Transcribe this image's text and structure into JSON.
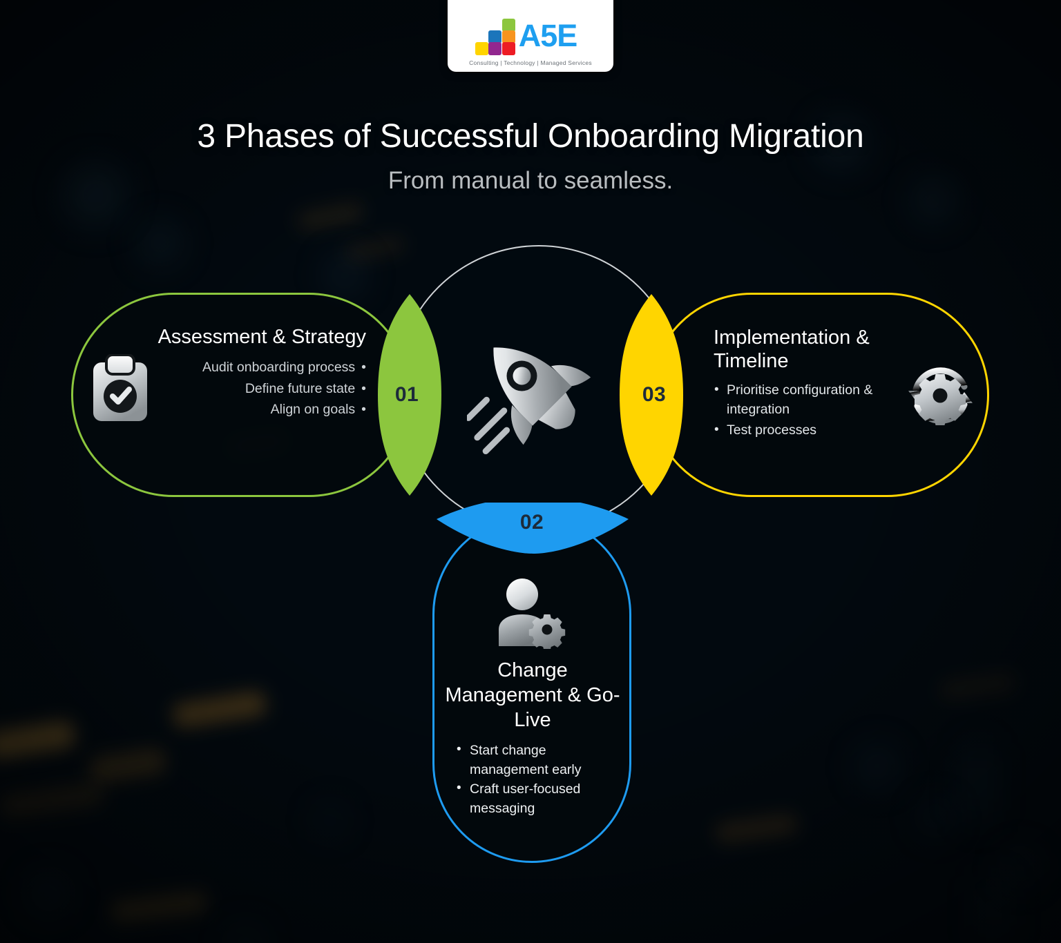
{
  "logo": {
    "word": "A5E",
    "tagline": "Consulting | Technology | Managed Services",
    "block_colors": [
      "#8cc63e",
      "#1b75bb",
      "#f7941e",
      "#ffd400",
      "#92278f",
      "#ed1c24"
    ]
  },
  "header": {
    "title": "3 Phases of Successful Onboarding Migration",
    "subtitle": "From manual to seamless."
  },
  "center": {
    "icon": "rocket-icon"
  },
  "phases": [
    {
      "number": "01",
      "color": "#8cc63e",
      "title": "Assessment & Strategy",
      "icon": "clipboard-check-icon",
      "bullets": [
        "Audit onboarding process",
        "Define future state",
        "Align on goals"
      ]
    },
    {
      "number": "02",
      "color": "#1e9bf0",
      "title": "Change Management & Go-Live",
      "icon": "user-settings-icon",
      "bullets": [
        "Start change management early",
        "Craft user-focused messaging"
      ]
    },
    {
      "number": "03",
      "color": "#ffd500",
      "title": "Implementation & Timeline",
      "icon": "gear-refresh-icon",
      "bullets": [
        "Prioritise configuration & integration",
        "Test processes"
      ]
    }
  ],
  "theme": {
    "background": "#02090f",
    "number_text": "#1d2b3a",
    "circle_stroke": "#cfd3d6",
    "title_text": "#ffffff",
    "subtitle_text": "#b9bdc0"
  }
}
